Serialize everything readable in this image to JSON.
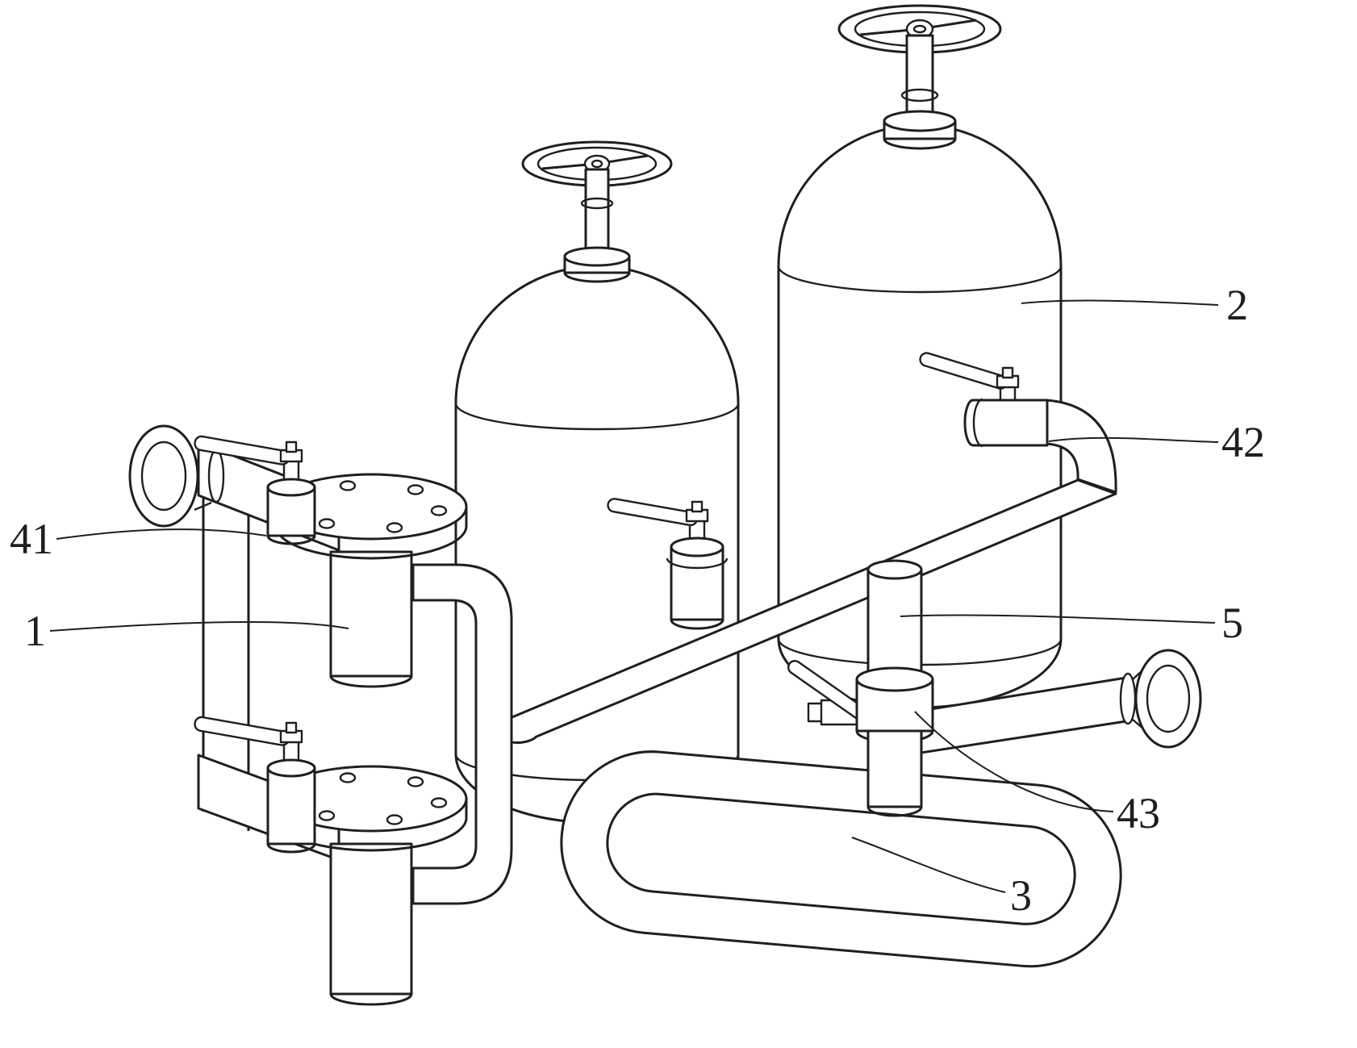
{
  "diagram": {
    "background_color": "#ffffff",
    "line_color": "#1f1f1f",
    "labels": {
      "l1": "1",
      "l2": "2",
      "l3": "3",
      "l5": "5",
      "l41": "41",
      "l42": "42",
      "l43": "43"
    }
  }
}
